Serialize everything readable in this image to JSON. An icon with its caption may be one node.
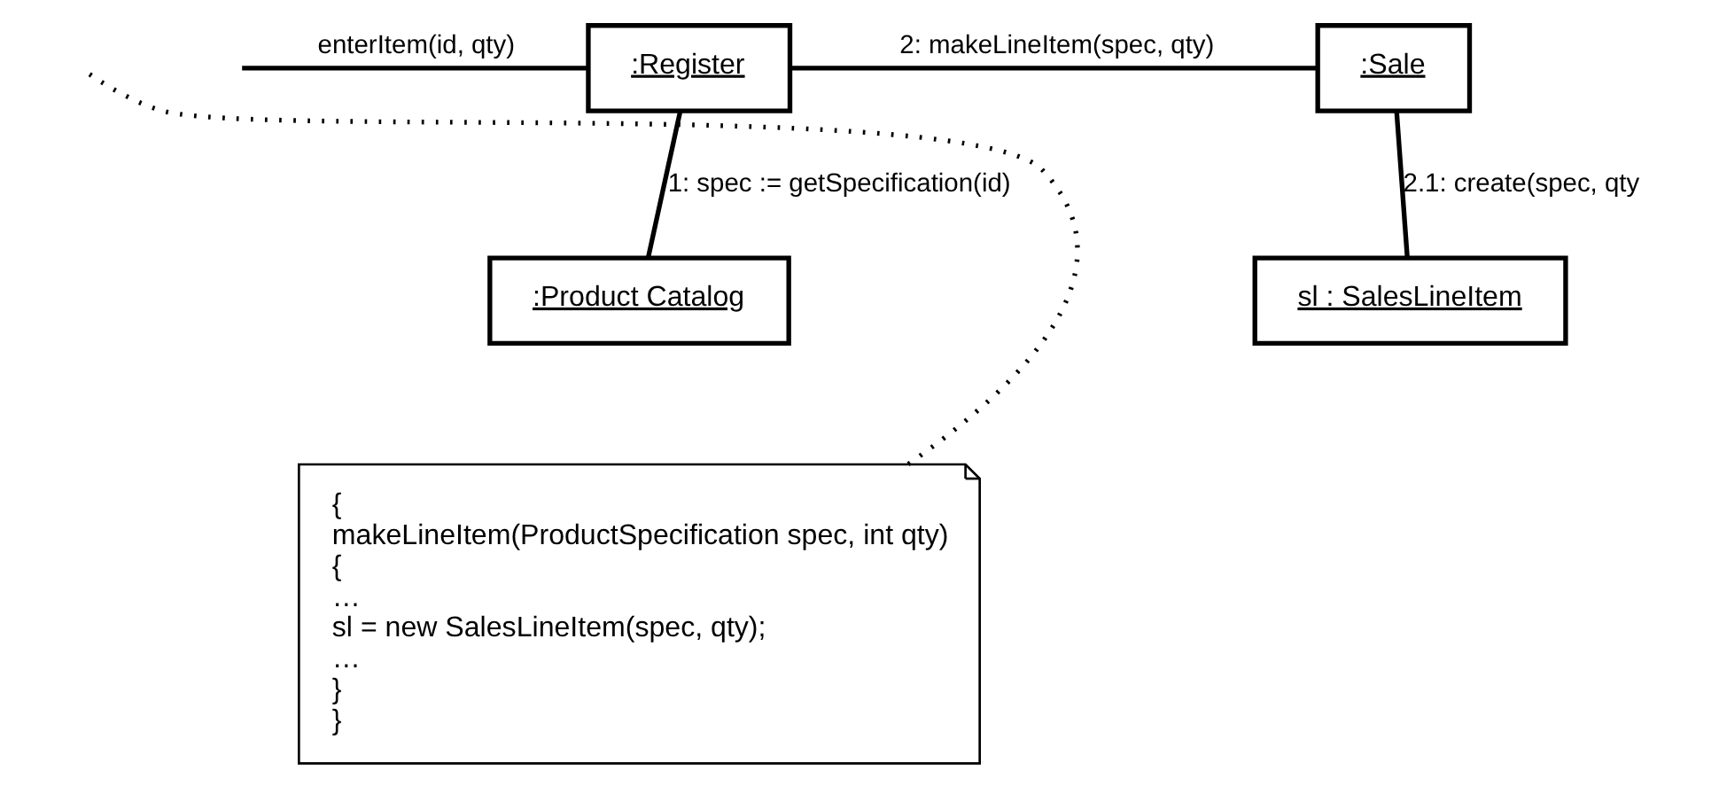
{
  "diagram": {
    "nodes": [
      {
        "text": [
          ":Register"
        ]
      },
      {
        "text": [
          ":Sale"
        ]
      },
      {
        "text": [
          ":Product Catalog"
        ]
      },
      {
        "text": [
          "sl : SalesLineItem"
        ]
      },
      {
        "text": [
          "{",
          "makeLineItem(ProductSpecification spec, int qty)",
          "{",
          "…",
          "sl = new SalesLineItem(spec, qty);",
          "…",
          "}",
          "}"
        ]
      }
    ],
    "edges": [
      {
        "from": null,
        "to": 0,
        "arrow": "none",
        "label": "enterItem(id, qty)"
      },
      {
        "from": 0,
        "to": 1,
        "arrow": "none",
        "label": "2: makeLineItem(spec, qty)"
      },
      {
        "from": 0,
        "to": 2,
        "arrow": "none",
        "label": "1: spec := getSpecification(id)"
      },
      {
        "from": 1,
        "to": 3,
        "arrow": "none",
        "label": "2.1: create(spec, qty"
      },
      {
        "from": 4,
        "to": null,
        "arrow": "none",
        "style": "dashed"
      }
    ]
  }
}
